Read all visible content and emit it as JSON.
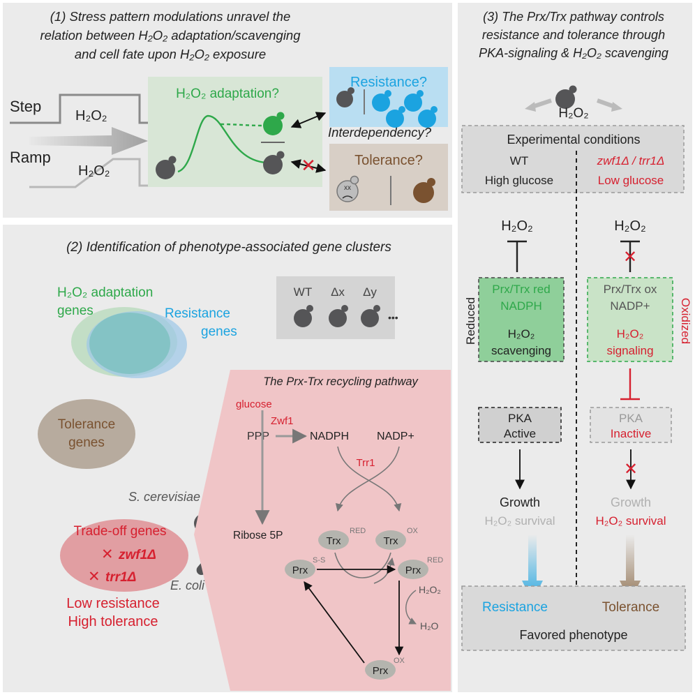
{
  "panel1": {
    "title_line1": "(1) Stress pattern modulations unravel the",
    "title_line2": "relation between H₂O₂ adaptation/scavenging",
    "title_line3": "and cell fate upon H₂O₂ exposure",
    "step_label": "Step",
    "ramp_label": "Ramp",
    "h2o2": "H₂O₂",
    "adaptation_question": "H₂O₂ adaptation?",
    "resistance_question": "Resistance?",
    "interdependency_question": "Interdependency?",
    "tolerance_question": "Tolerance?",
    "dead_cell_eyes": "xx"
  },
  "panel2": {
    "title": "(2) Identification of phenotype-associated gene clusters",
    "adaptation_genes_line1": "H₂O₂ adaptation",
    "adaptation_genes_line2": "genes",
    "resistance_genes_line1": "Resistance",
    "resistance_genes_line2": "genes",
    "tolerance_genes_line1": "Tolerance",
    "tolerance_genes_line2": "genes",
    "strains": {
      "wt": "WT",
      "dx": "Δx",
      "dy": "Δy",
      "more": "•••"
    },
    "tradeoff_title": "Trade-off genes",
    "gene1": "zwf1Δ",
    "gene2": "trr1Δ",
    "tradeoff_line1": "Low resistance",
    "tradeoff_line2": "High tolerance",
    "cross_mark": "✕",
    "organism1": "S. cerevisiae",
    "organism2": "E. coli",
    "pathway": {
      "title": "The Prx-Trx recycling pathway",
      "glucose": "glucose",
      "zwf1": "Zwf1",
      "ppp": "PPP",
      "nadph": "NADPH",
      "nadp": "NADP+",
      "trr1": "Trr1",
      "ribose": "Ribose 5P",
      "trx": "Trx",
      "prx": "Prx",
      "red": "RED",
      "ox": "OX",
      "ss": "S-S",
      "h2o2": "H₂O₂",
      "h2o": "H₂O"
    }
  },
  "panel3": {
    "title_line1": "(3) The Prx/Trx pathway controls",
    "title_line2": "resistance and tolerance through",
    "title_line3": "PKA-signaling & H₂O₂ scavenging",
    "h2o2": "H₂O₂",
    "conditions_title": "Experimental conditions",
    "wt": "WT",
    "high_glucose": "High glucose",
    "mutants": "zwf1Δ / trr1Δ",
    "low_glucose": "Low glucose",
    "left_box": {
      "line1": "Prx/Trx red",
      "line2": "NADPH",
      "line3": "H₂O₂",
      "line4": "scavenging"
    },
    "right_box": {
      "line1": "Prx/Trx ox",
      "line2": "NADP+",
      "line3": "H₂O₂",
      "line4": "signaling"
    },
    "reduced": "Reduced",
    "oxidized": "Oxidized",
    "pka": "PKA",
    "active": "Active",
    "inactive": "Inactive",
    "growth": "Growth",
    "survival": "H₂O₂ survival",
    "resistance": "Resistance",
    "tolerance": "Tolerance",
    "favored": "Favored phenotype",
    "cross_mark": "✕"
  },
  "colors": {
    "panel_bg": "#ebebeb",
    "green": "#2ea84a",
    "blue": "#1ba3e0",
    "brown": "#7a5230",
    "red": "#d6202f",
    "cell_grey": "#555557",
    "light_grey": "#a8a8a8"
  }
}
